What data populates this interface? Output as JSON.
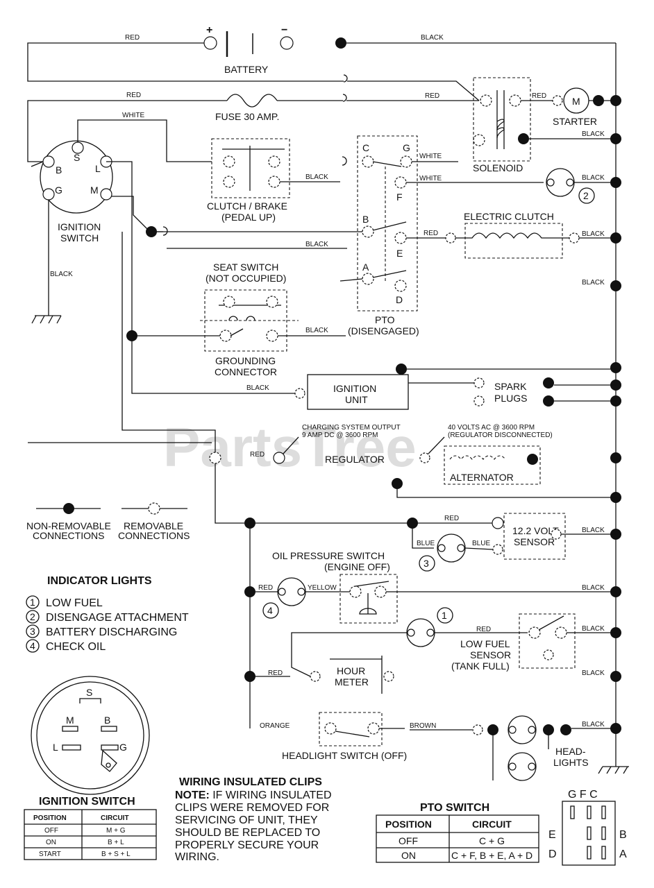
{
  "wires": {
    "red_top": "RED",
    "black_top": "BLACK",
    "red_fuse": "RED",
    "red_solenoid": "RED",
    "red_starter": "RED",
    "white_ign": "WHITE",
    "white_g": "WHITE",
    "white_f": "WHITE",
    "black_clutch": "BLACK",
    "black_pto": "BLACK",
    "black_ground": "BLACK",
    "red_clutch": "RED",
    "black_seat": "BLACK",
    "black_ign_unit": "BLACK",
    "red_reg": "RED",
    "red_sensor": "RED",
    "blue1": "BLUE",
    "blue2": "BLUE",
    "red_oil": "RED",
    "yellow_oil": "YELLOW",
    "red_fuel": "RED",
    "red_hour": "RED",
    "orange": "ORANGE",
    "brown": "BROWN",
    "black_r1": "BLACK",
    "black_r2": "BLACK",
    "black_r3": "BLACK",
    "black_r4": "BLACK",
    "black_r5": "BLACK",
    "black_r6": "BLACK",
    "black_r7": "BLACK",
    "black_r8": "BLACK",
    "black_r9": "BLACK"
  },
  "components": {
    "battery": "BATTERY",
    "battery_plus": "+",
    "battery_minus": "−",
    "fuse": "FUSE 30 AMP.",
    "starter": "STARTER",
    "starter_m": "M",
    "solenoid": "SOLENOID",
    "ignition_switch_line1": "IGNITION",
    "ignition_switch_line2": "SWITCH",
    "term_b": "B",
    "term_s": "S",
    "term_l": "L",
    "term_g": "G",
    "term_m": "M",
    "clutch_brake_line1": "CLUTCH / BRAKE",
    "clutch_brake_line2": "(PEDAL UP)",
    "electric_clutch": "ELECTRIC CLUTCH",
    "seat_switch_line1": "SEAT SWITCH",
    "seat_switch_line2": "(NOT OCCUPIED)",
    "grounding_line1": "GROUNDING",
    "grounding_line2": "CONNECTOR",
    "pto_line1": "PTO",
    "pto_line2": "(DISENGAGED)",
    "pto_c": "C",
    "pto_g": "G",
    "pto_f": "F",
    "pto_b": "B",
    "pto_e": "E",
    "pto_a": "A",
    "pto_d": "D",
    "ignition_unit_line1": "IGNITION",
    "ignition_unit_line2": "UNIT",
    "spark_line1": "SPARK",
    "spark_line2": "PLUGS",
    "charging_line1": "CHARGING SYSTEM OUTPUT",
    "charging_line2": "9 AMP DC @ 3600 RPM",
    "ac_line1": "40 VOLTS AC @ 3600 RPM",
    "ac_line2": "(REGULATOR DISCONNECTED)",
    "regulator": "REGULATOR",
    "alternator": "ALTERNATOR",
    "sensor_line1": "12.2 VOLT",
    "sensor_line2": "SENSOR",
    "oil_line1": "OIL PRESSURE SWITCH",
    "oil_line2": "(ENGINE OFF)",
    "fuel_line1": "LOW FUEL",
    "fuel_line2": "SENSOR",
    "fuel_line3": "(TANK FULL)",
    "hour_line1": "HOUR",
    "hour_line2": "METER",
    "headlight_switch": "HEADLIGHT SWITCH (OFF)",
    "headlights_line1": "HEAD-",
    "headlights_line2": "LIGHTS",
    "ind_2": "2",
    "ind_3": "3",
    "ind_4": "4",
    "ind_1": "1",
    "watermark": "PartsTree"
  },
  "legend": {
    "non_removable_line1": "NON-REMOVABLE",
    "non_removable_line2": "CONNECTIONS",
    "removable_line1": "REMOVABLE",
    "removable_line2": "CONNECTIONS"
  },
  "indicator_lights": {
    "title": "INDICATOR LIGHTS",
    "items": [
      {
        "num": "1",
        "label": "LOW FUEL"
      },
      {
        "num": "2",
        "label": "DISENGAGE ATTACHMENT"
      },
      {
        "num": "3",
        "label": "BATTERY DISCHARGING"
      },
      {
        "num": "4",
        "label": "CHECK OIL"
      }
    ]
  },
  "ignition_detail": {
    "s": "S",
    "m": "M",
    "b": "B",
    "l": "L",
    "g": "G",
    "title": "IGNITION SWITCH",
    "headers": [
      "POSITION",
      "CIRCUIT"
    ],
    "rows": [
      [
        "OFF",
        "M + G"
      ],
      [
        "ON",
        "B + L"
      ],
      [
        "START",
        "B + S + L"
      ]
    ]
  },
  "clips_note": {
    "title": "WIRING INSULATED CLIPS",
    "note_label": "NOTE:",
    "line1": " IF WIRING INSULATED",
    "line2": "CLIPS WERE REMOVED FOR",
    "line3": "SERVICING OF UNIT, THEY",
    "line4": "SHOULD BE REPLACED TO",
    "line5": "PROPERLY SECURE YOUR",
    "line6": "WIRING."
  },
  "pto_switch": {
    "title": "PTO SWITCH",
    "headers": [
      "POSITION",
      "CIRCUIT"
    ],
    "rows": [
      [
        "OFF",
        "C + G"
      ],
      [
        "ON",
        "C + F, B + E, A + D"
      ]
    ],
    "top_labels": "G F C",
    "left_e": "E",
    "left_d": "D",
    "right_b": "B",
    "right_a": "A"
  }
}
